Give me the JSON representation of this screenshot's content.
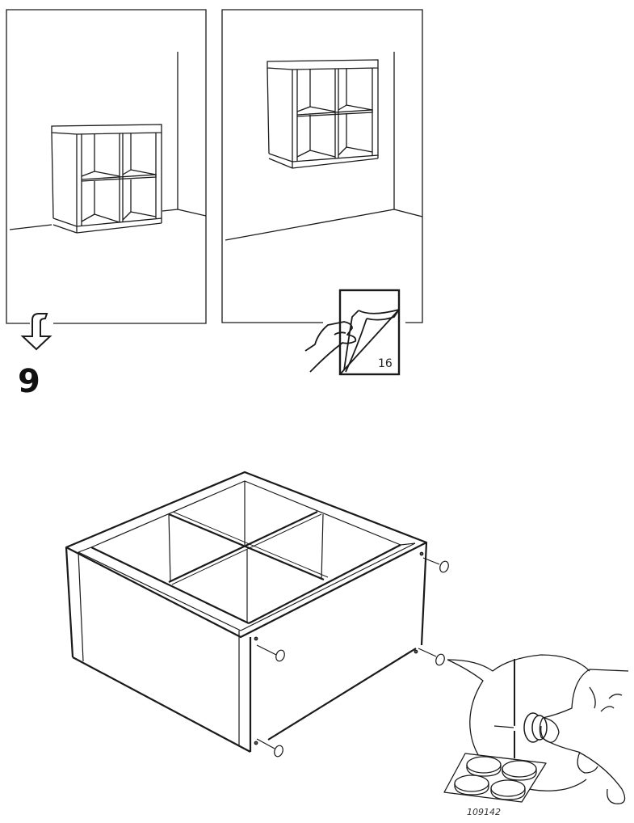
{
  "page": {
    "title": "Assembly instruction page",
    "background": "#ffffff",
    "line_color": "#1a1a1a"
  },
  "panels": [
    {
      "id": "floor-standing",
      "label": "Shelf unit standing on floor"
    },
    {
      "id": "wall-mounted",
      "label": "Shelf unit mounted on wall",
      "page_reference": "16"
    }
  ],
  "flow_arrow": {
    "icon": "turn-down-arrow-icon"
  },
  "step": {
    "number": "9"
  },
  "illustration": {
    "subject": "4-compartment shelf unit lying on its back",
    "fittings_count": 4,
    "detail_callout": {
      "part_number": "109142",
      "sheet_pads": 4
    }
  },
  "icons": {
    "page_turn": "hand-turning-page-icon",
    "arrow": "turn-down-arrow-icon"
  }
}
